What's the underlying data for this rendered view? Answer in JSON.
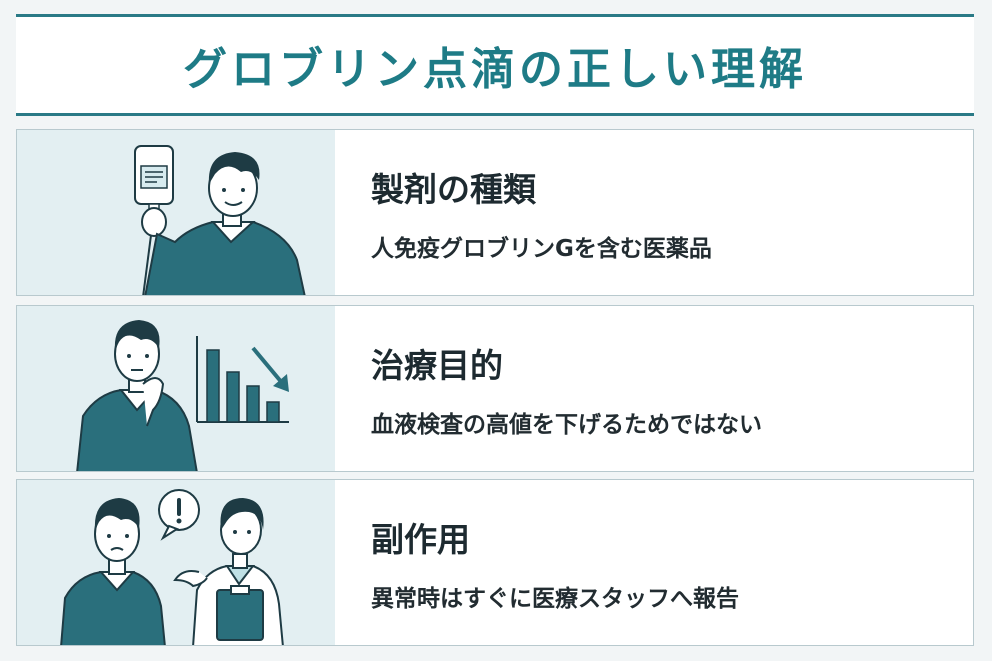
{
  "title": "グロブリン点滴の正しい理解",
  "cards": [
    {
      "heading": "製剤の種類",
      "description": "人免疫グロブリンGを含む医薬品",
      "illustration": "man-holding-iv-bag"
    },
    {
      "heading": "治療目的",
      "description": "血液検査の高値を下げるためではない",
      "illustration": "thinking-man-with-declining-chart"
    },
    {
      "heading": "副作用",
      "description": "異常時はすぐに医療スタッフへ報告",
      "illustration": "patient-talking-to-nurse"
    }
  ],
  "colors": {
    "accent": "#1e7b86",
    "sweater": "#2a6f7c",
    "illustration_bg": "#e3eff2"
  }
}
